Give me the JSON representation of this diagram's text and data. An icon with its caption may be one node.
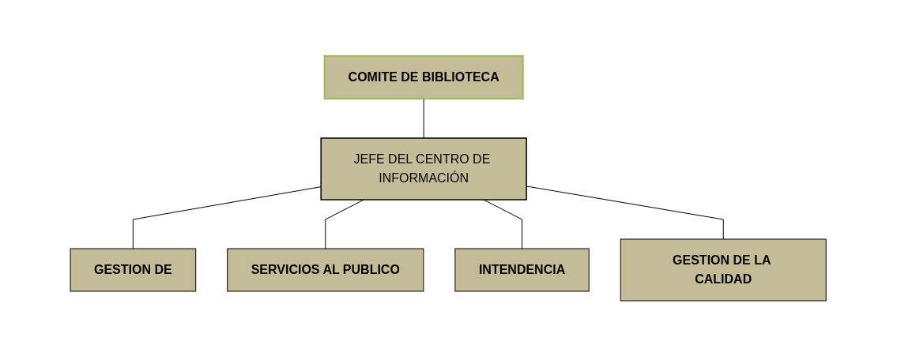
{
  "diagram": {
    "nodes": [
      {
        "text": [
          "COMITE DE BIBLIOTECA"
        ]
      },
      {
        "text": [
          "JEFE DEL CENTRO DE INFORMACIÓN"
        ]
      },
      {
        "text": [
          "GESTION DE"
        ]
      },
      {
        "text": [
          "SERVICIOS AL PUBLICO"
        ]
      },
      {
        "text": [
          "INTENDENCIA"
        ]
      },
      {
        "text": [
          "GESTION DE LA CALIDAD"
        ]
      }
    ],
    "edges": [
      {
        "from": 0,
        "to": 1,
        "arrow": "none"
      },
      {
        "from": 1,
        "to": 2,
        "arrow": "none"
      },
      {
        "from": 1,
        "to": 3,
        "arrow": "none"
      },
      {
        "from": 1,
        "to": 4,
        "arrow": "none"
      },
      {
        "from": 1,
        "to": 5,
        "arrow": "none"
      }
    ]
  }
}
